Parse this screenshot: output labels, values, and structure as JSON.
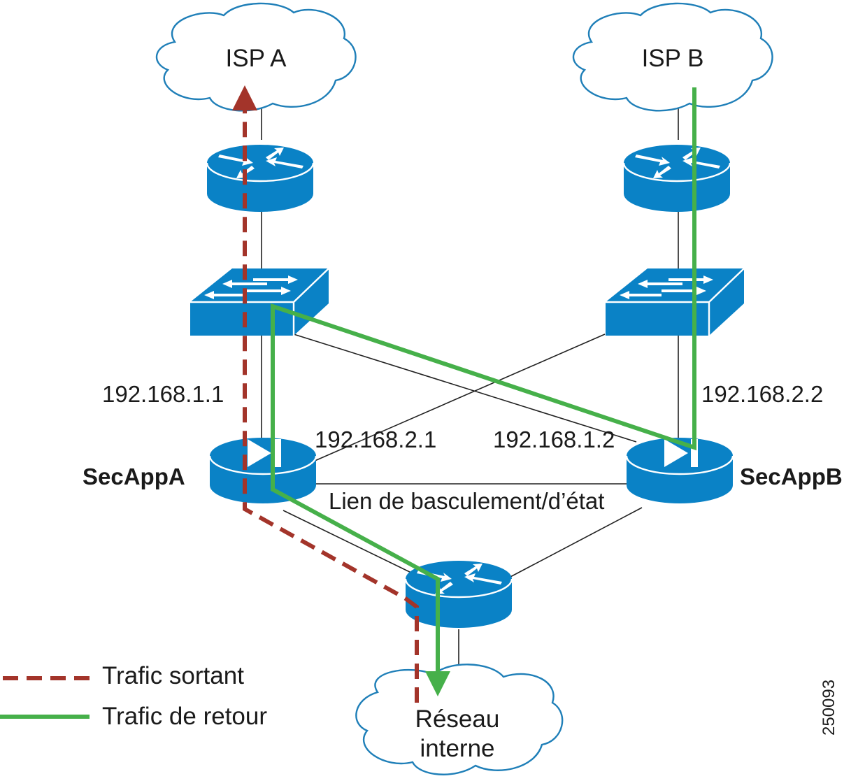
{
  "diagram": {
    "nodes": {
      "isp_a": "ISP A",
      "isp_b": "ISP B",
      "sec_app_a": "SecAppA",
      "sec_app_b": "SecAppB",
      "internal_network_line1": "Réseau",
      "internal_network_line2": "interne"
    },
    "addresses": {
      "a_isp_side": "192.168.1.1",
      "a_cross": "192.168.2.1",
      "b_cross": "192.168.1.2",
      "b_isp_side": "192.168.2.2"
    },
    "failover_link_label": "Lien de basculement/d’état",
    "legend": [
      {
        "label": "Trafic sortant",
        "style": "dashed",
        "color": "#a3342a"
      },
      {
        "label": "Trafic de retour",
        "style": "solid",
        "color": "#46b04a"
      }
    ],
    "figure_id": "250093",
    "colors": {
      "device": "#0a82c6",
      "cloud_outline": "#1f7fb8",
      "outbound": "#a3342a",
      "return": "#46b04a"
    }
  }
}
